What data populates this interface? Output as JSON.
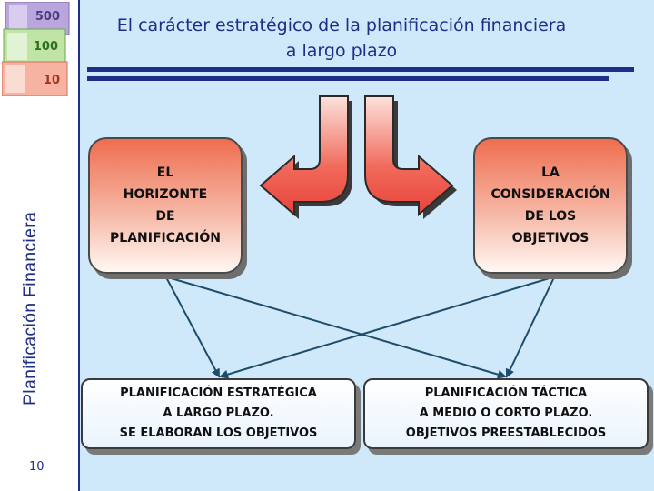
{
  "slide": {
    "title_line1": "El carácter estratégico de la planificación financiera",
    "title_line2": "a largo plazo",
    "vertical_title": "Planificación Financiera",
    "page_number": "10"
  },
  "banknotes": {
    "values": [
      "500",
      "100",
      "10"
    ],
    "note_colors": [
      "#a58fce",
      "#a7d98c",
      "#f3a08c"
    ]
  },
  "diagram": {
    "top_left_lines": [
      "EL",
      "HORIZONTE",
      "DE",
      "PLANIFICACIÓN"
    ],
    "top_right_lines": [
      "LA",
      "CONSIDERACIÓN",
      "DE LOS",
      "OBJETIVOS"
    ],
    "bottom_left_lines": [
      "PLANIFICACIÓN ESTRATÉGICA",
      "A LARGO PLAZO.",
      "SE ELABORAN LOS OBJETIVOS"
    ],
    "bottom_right_lines": [
      "PLANIFICACIÓN TÁCTICA",
      "A MEDIO O CORTO PLAZO.",
      "OBJETIVOS PREESTABLECIDOS"
    ],
    "colors": {
      "accent": "#1f2e86",
      "box_top": "#ee6e50",
      "arrow_red": "#e8433a",
      "connector": "#1e4d6b"
    }
  }
}
